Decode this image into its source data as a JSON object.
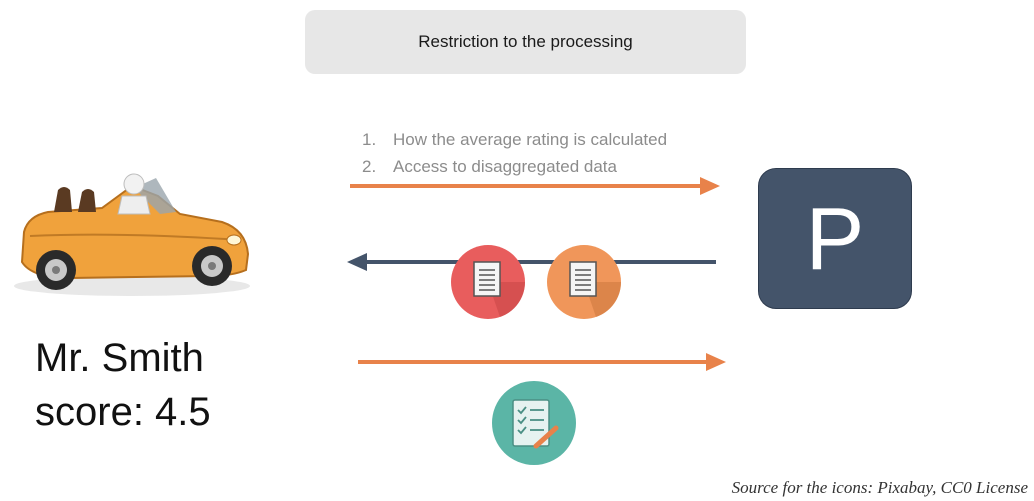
{
  "title": "Restriction to the processing",
  "requests": [
    {
      "number": "1.",
      "text": "How the average rating is calculated"
    },
    {
      "number": "2.",
      "text": "Access to disaggregated data"
    }
  ],
  "processor": {
    "letter": "P",
    "color": "#44546a"
  },
  "person": {
    "name": "Mr. Smith",
    "score": "score: 4.5"
  },
  "icons": {
    "car": "convertible-car-with-driver-icon",
    "document_red": "document-icon",
    "document_orange": "document-icon",
    "checklist": "checklist-icon"
  },
  "colors": {
    "orange_arrow": "#e8824a",
    "navy_arrow": "#44546a",
    "doc_red": "#e85d5d",
    "doc_orange": "#f0965a",
    "checklist_teal": "#5bb5a6"
  },
  "source_note": "Source for the icons: Pixabay, CC0 License"
}
